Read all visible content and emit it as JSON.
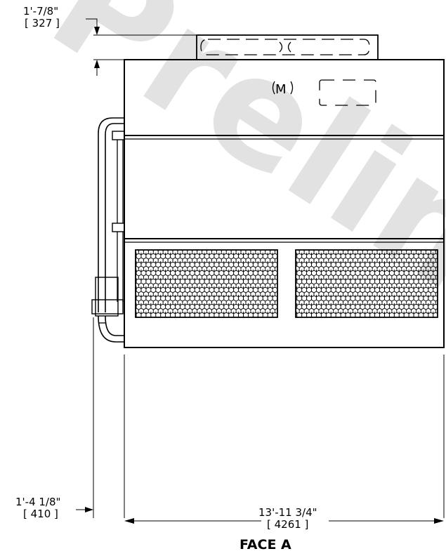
{
  "watermark": "Preliminary",
  "dimensions": {
    "top_offset": {
      "imperial": "1'-7/8\"",
      "metric": "[ 327 ]"
    },
    "side_offset": {
      "imperial": "1'-4 1/8\"",
      "metric": "[ 410 ]"
    },
    "overall_width": {
      "imperial": "13'-11 3/4\"",
      "metric": "[ 4261 ]"
    }
  },
  "logo_text": "M",
  "view_title": "FACE A"
}
